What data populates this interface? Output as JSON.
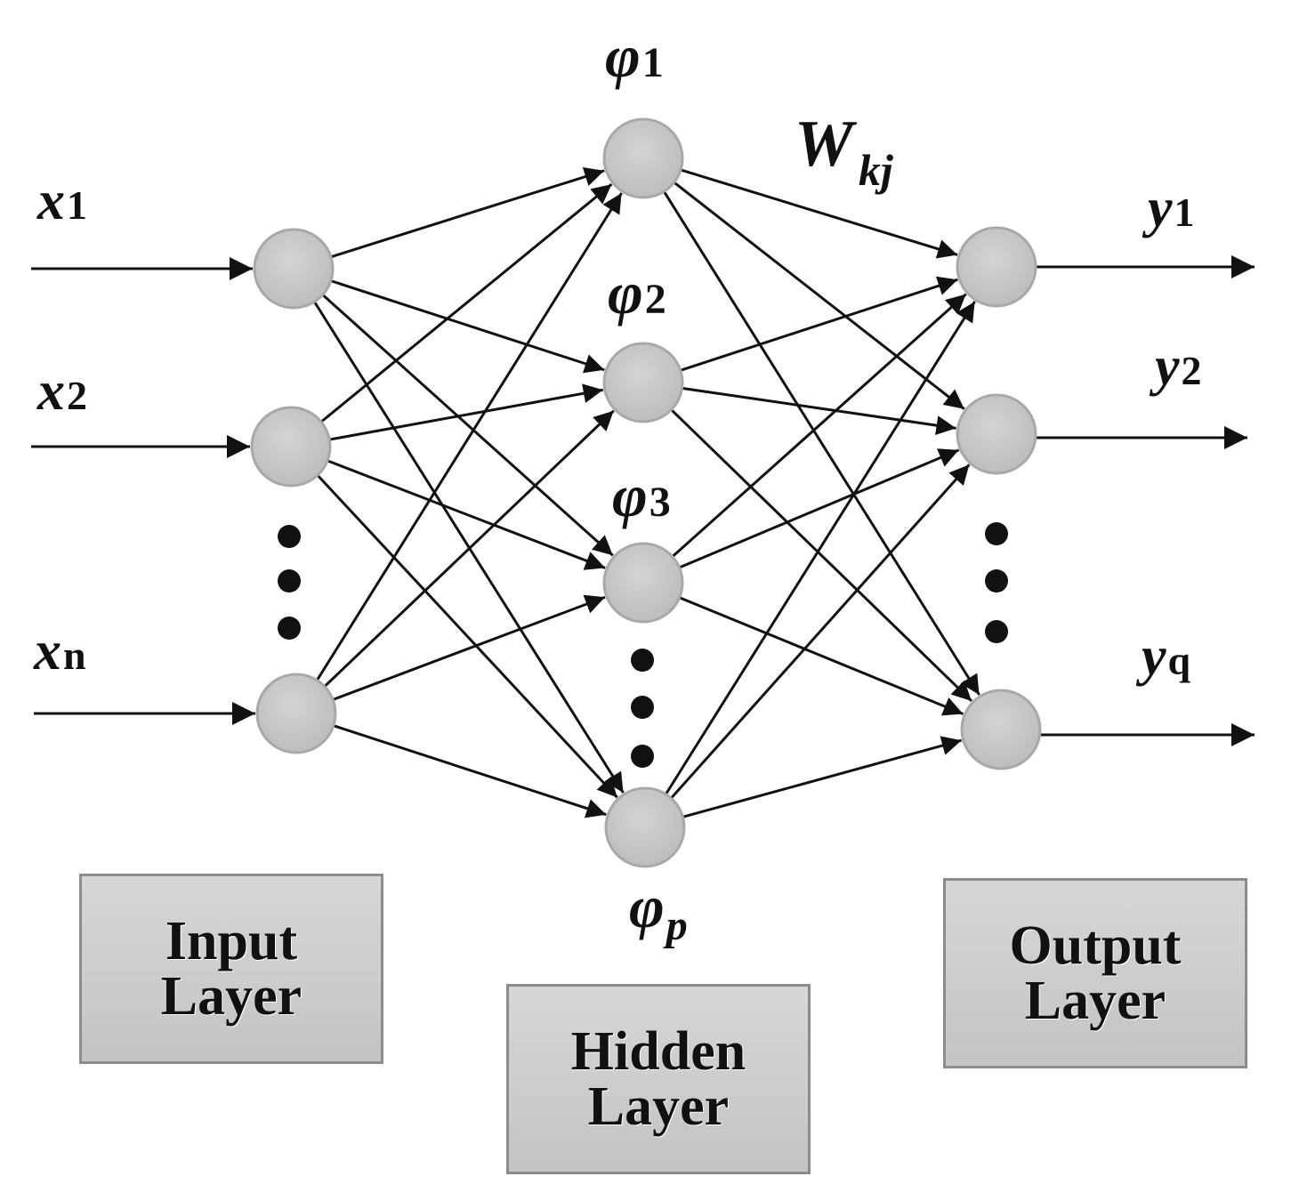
{
  "inputs": {
    "labels": [
      {
        "base": "x",
        "sub": "1"
      },
      {
        "base": "x",
        "sub": "2"
      },
      {
        "base": "x",
        "sub": "n"
      }
    ]
  },
  "hidden": {
    "labels": [
      {
        "base": "φ",
        "sub": "1"
      },
      {
        "base": "φ",
        "sub": "2"
      },
      {
        "base": "φ",
        "sub": "3"
      },
      {
        "base": "φ",
        "sub": "p"
      }
    ]
  },
  "outputs": {
    "labels": [
      {
        "base": "y",
        "sub": "1"
      },
      {
        "base": "y",
        "sub": "2"
      },
      {
        "base": "y",
        "sub": "q"
      }
    ]
  },
  "weight_label": {
    "base": "W",
    "sub": "kj"
  },
  "layer_boxes": {
    "input": {
      "line1": "Input",
      "line2": "Layer"
    },
    "hidden": {
      "line1": "Hidden",
      "line2": "Layer"
    },
    "output": {
      "line1": "Output",
      "line2": "Layer"
    }
  },
  "colors": {
    "node_fill": "#c8c8c8",
    "node_stroke": "#a8a8a8",
    "edge": "#111111",
    "box_fill": "#cccccc",
    "box_border": "#8c8c8c"
  }
}
